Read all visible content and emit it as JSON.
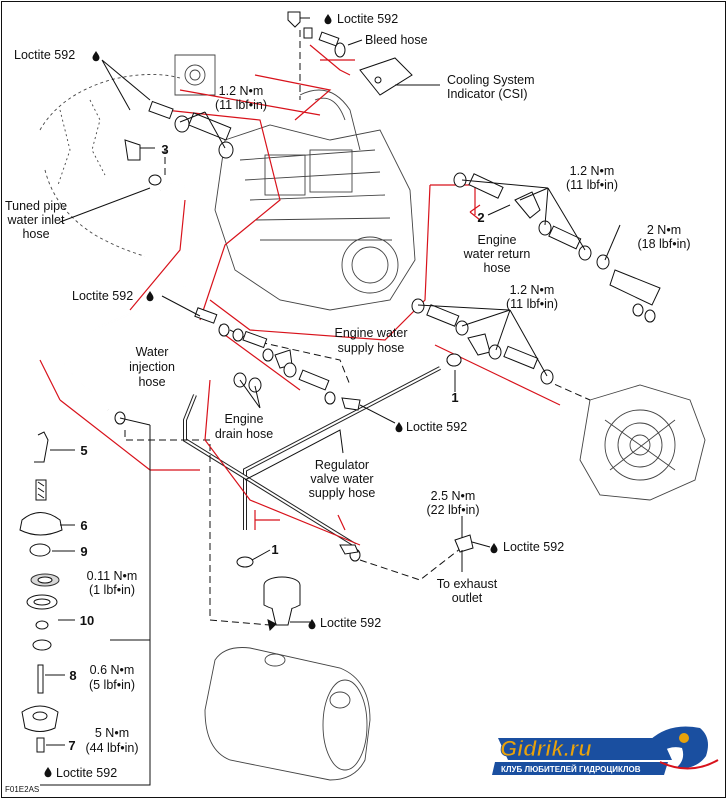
{
  "figure_code": "F01E2AS",
  "labels": {
    "loctite_top": "Loctite 592",
    "bleed_hose": "Bleed hose",
    "csi_line1": "Cooling System",
    "csi_line2": "Indicator (CSI)",
    "loctite_topleft": "Loctite 592",
    "torque_a_nm": "1.2 N•m",
    "torque_a_lbf": "(11 lbf•in)",
    "tuned_line1": "Tuned pipe",
    "tuned_line2": "water inlet",
    "tuned_line3": "hose",
    "torque_b_nm": "1.2 N•m",
    "torque_b_lbf": "(11 lbf•in)",
    "return_line1": "Engine",
    "return_line2": "water return",
    "return_line3": "hose",
    "torque_c_nm": "2 N•m",
    "torque_c_lbf": "(18 lbf•in)",
    "loctite_mid": "Loctite 592",
    "torque_d_nm": "1.2 N•m",
    "torque_d_lbf": "(11 lbf•in)",
    "supply_line1": "Engine water",
    "supply_line2": "supply hose",
    "injection_line1": "Water",
    "injection_line2": "injection",
    "injection_line3": "hose",
    "drain_line1": "Engine",
    "drain_line2": "drain hose",
    "loctite_drain": "Loctite 592",
    "reg_line1": "Regulator",
    "reg_line2": "valve water",
    "reg_line3": "supply hose",
    "torque_e_nm": "2.5 N•m",
    "torque_e_lbf": "(22 lbf•in)",
    "loctite_right": "Loctite 592",
    "exhaust_line1": "To exhaust",
    "exhaust_line2": "outlet",
    "loctite_valve": "Loctite 592",
    "torque_f_nm": "0.11 N•m",
    "torque_f_lbf": "(1 lbf•in)",
    "torque_g_nm": "0.6 N•m",
    "torque_g_lbf": "(5 lbf•in)",
    "torque_h_nm": "5 N•m",
    "torque_h_lbf": "(44 lbf•in)",
    "loctite_bottom": "Loctite 592"
  },
  "callouts": {
    "n1a": "1",
    "n1b": "1",
    "n2": "2",
    "n3": "3",
    "n5": "5",
    "n6": "6",
    "n7": "7",
    "n8": "8",
    "n9": "9",
    "n10": "10"
  },
  "logo": {
    "brand": "Gidrik.ru",
    "tagline": "КЛУБ ЛЮБИТЕЛЕЙ ГИДРОЦИКЛОВ",
    "colors": {
      "primary": "#1a4fa0",
      "accent": "#e8a20c",
      "red": "#d8121b"
    }
  }
}
